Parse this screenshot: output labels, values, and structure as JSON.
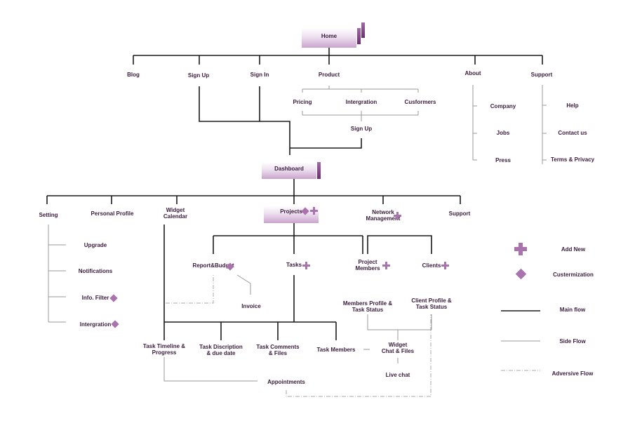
{
  "nodes": {
    "home": "Home",
    "blog": "Blog",
    "sign_up": "Sign Up",
    "sign_in": "Sign In",
    "product": "Product",
    "about": "About",
    "support_top": "Support",
    "pricing": "Pricing",
    "integration_product": "Intergration",
    "customers": "Cusformers",
    "product_sign_up": "Sign Up",
    "company": "Company",
    "jobs": "Jobs",
    "press": "Press",
    "help": "Help",
    "contact": "Contact us",
    "terms": "Terms & Privacy",
    "dashboard": "Dashboard",
    "setting": "Setting",
    "personal_profile": "Personal Profile",
    "widget_calendar": [
      "Widget",
      "Calendar"
    ],
    "projects": "Projects",
    "network_management": [
      "Network",
      "Management"
    ],
    "support_dash": "Support",
    "upgrade": "Upgrade",
    "notifications": "Notifications",
    "info_filter": "Info. Filter",
    "integration_setting": "Intergration",
    "report_budget": "Report&Budget",
    "invoice": "Invoice",
    "tasks": "Tasks",
    "project_members": [
      "Project",
      "Members"
    ],
    "clients": "Clients",
    "members_profile": [
      "Members Profile &",
      "Task Status"
    ],
    "client_profile": [
      "Client Profile &",
      "Task Status"
    ],
    "task_timeline": [
      "Task Timeline &",
      "Progress"
    ],
    "task_description": [
      "Task Discription",
      "& due date"
    ],
    "task_comments": [
      "Task Comments",
      "& Files"
    ],
    "task_members": "Task Members",
    "widget_chat": [
      "Widget",
      "Chat & Files"
    ],
    "live_chat": "Live chat",
    "appointments": "Appointments"
  },
  "legend": {
    "add_new": "Add New",
    "customization": "Custermization",
    "main_flow": "Main flow",
    "side_flow": "Side Flow",
    "adversive_flow": "Adversive Flow"
  },
  "icons": {
    "add_new": "plus-icon",
    "customization": "diamond-icon"
  },
  "colors": {
    "accent": "#a973ad",
    "accent_dark": "#6e2b74",
    "text": "#3a1b3c",
    "main_line": "#1a1a1a",
    "side_line": "#9a9a9a",
    "adversive_line": "#a8a8a8"
  }
}
